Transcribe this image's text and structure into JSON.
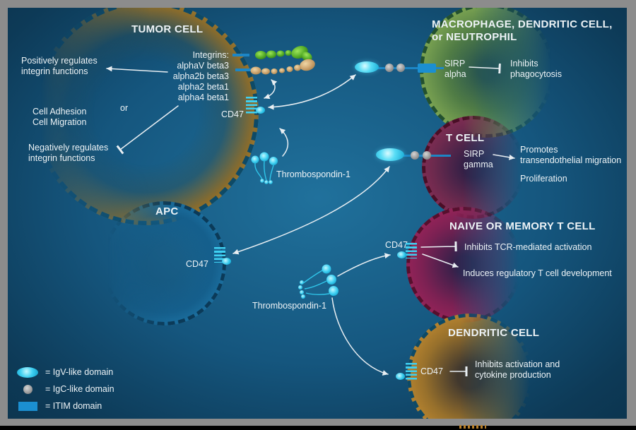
{
  "background": {
    "frame_color": "#8c8c8c",
    "canvas_dark": "#0b2e45",
    "canvas_light": "#20719c",
    "bottom_bar": "#000000"
  },
  "tumor_cell": {
    "title": "TUMOR CELL",
    "integrins_title": "Integrins:",
    "integrins": [
      "alphaV beta3",
      "alpha2b beta3",
      "alpha2 beta1",
      "alpha4 beta1"
    ],
    "cd47_label": "CD47"
  },
  "annotations": {
    "positive": "Positively regulates\nintegrin functions",
    "or_label": "or",
    "cell_adhesion": "Cell Adhesion",
    "cell_migration": "Cell Migration",
    "negative": "Negatively regulates\nintegrin functions"
  },
  "thrombospondin_1": {
    "label": "Thrombospondin-1"
  },
  "thrombospondin_2": {
    "label": "Thrombospondin-1"
  },
  "macrophage": {
    "title": "MACROPHAGE, DENDRITIC CELL,\nor NEUTROPHIL",
    "receptor_label": "SIRP\nalpha",
    "effect": "Inhibits\nphagocytosis"
  },
  "t_cell": {
    "title": "T CELL",
    "receptor_label": "SIRP\ngamma",
    "effect_promotes": "Promotes\ntransendothelial migration",
    "effect_proliferation": "Proliferation"
  },
  "naive_t_cell": {
    "title": "NAIVE OR MEMORY T CELL",
    "cd47_label": "CD47",
    "effect_inhibits": "Inhibits TCR-mediated activation",
    "effect_induces": "Induces regulatory T cell development"
  },
  "apc": {
    "title": "APC",
    "cd47_label": "CD47"
  },
  "dendritic_cell": {
    "title": "DENDRITIC CELL",
    "cd47_label": "CD47",
    "effect": "Inhibits activation and\ncytokine production"
  },
  "legend": {
    "items": [
      {
        "symbol": "igv-domain-ellipse",
        "label": "= IgV-like domain"
      },
      {
        "symbol": "igc-domain-circle",
        "label": "= IgC-like domain"
      },
      {
        "symbol": "itim-domain-rect",
        "label": "= ITIM domain"
      }
    ]
  },
  "colors": {
    "igv_cyan": "#2fc6ea",
    "igc_gray": "#9a9a9a",
    "itim_blue": "#1b8fd1",
    "tumor_orange": "#c88e2f",
    "macrophage_green": "#87ae55",
    "t_cell_maroon": "#97305a",
    "naive_magenta": "#ac265d",
    "apc_blue": "#2282b6",
    "dendritic_orange": "#c98f30",
    "arrow_white": "#e9eff3"
  }
}
